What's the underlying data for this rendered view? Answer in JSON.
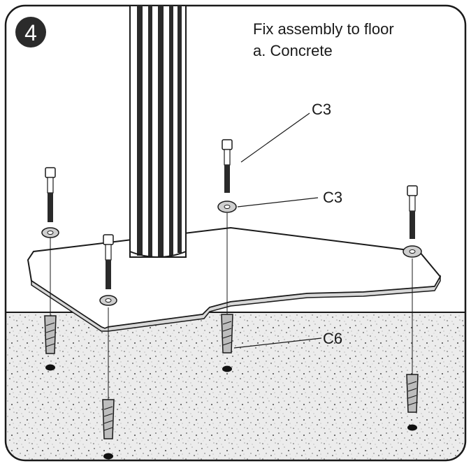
{
  "step": {
    "number": "4"
  },
  "instructions": {
    "title": "Fix assembly to floor",
    "subtitle": "a. Concrete"
  },
  "labels": {
    "bolt": "C3",
    "washer": "C3",
    "anchor": "C6"
  },
  "colors": {
    "outline": "#1a1a1a",
    "badge": "#2b2b2b",
    "concrete": "#e9e9e9",
    "post_stripe": "#2a2a2a"
  }
}
